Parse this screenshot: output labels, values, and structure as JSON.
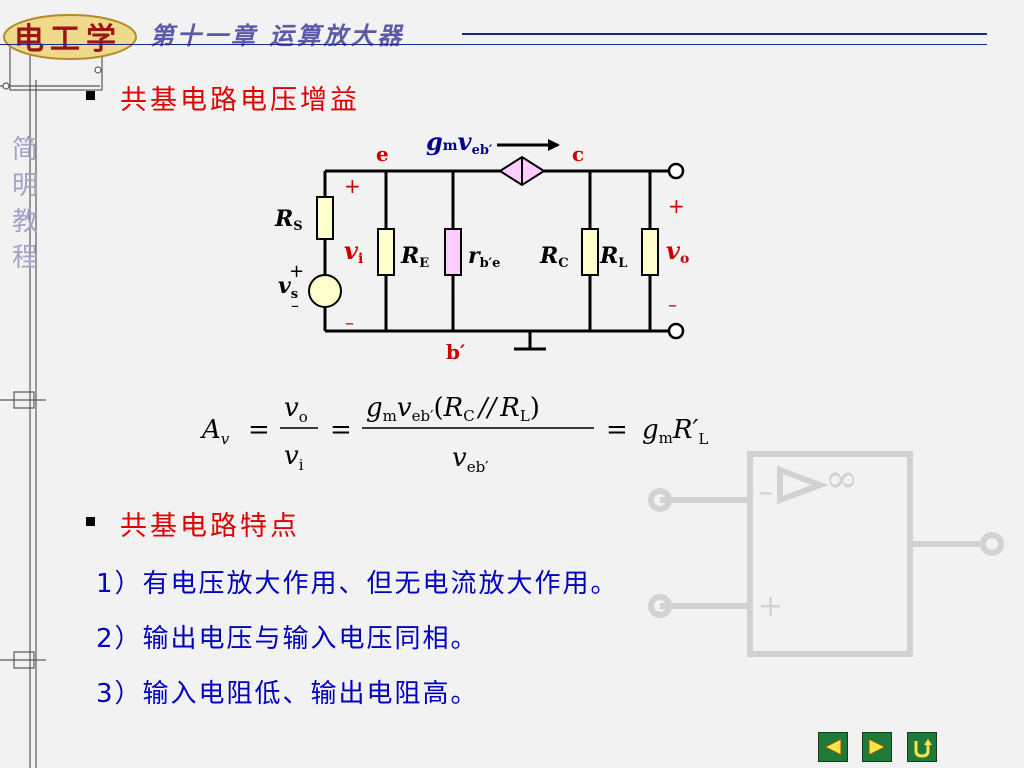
{
  "header": {
    "logo_text": "电工学",
    "chapter_title": "第十一章  运算放大器"
  },
  "sidebar": {
    "vertical_title": [
      "简",
      "明",
      "教",
      "程"
    ]
  },
  "section1": {
    "heading": "共基电路电压增益"
  },
  "circuit": {
    "label_e": "e",
    "label_c": "c",
    "label_b": "b′",
    "source_g": "g",
    "source_m": "m",
    "source_v": "v",
    "source_sub": "eb′",
    "rs_main": "R",
    "rs_sub": "S",
    "vs_main": "v",
    "vs_sub": "s",
    "vs_plus": "+",
    "vs_minus": "–",
    "vi_main": "v",
    "vi_sub": "i",
    "re_main": "R",
    "re_sub": "E",
    "rbe_main": "r",
    "rbe_sub": "b′e",
    "rc_main": "R",
    "rc_sub": "C",
    "rl_main": "R",
    "rl_sub": "L",
    "vo_main": "v",
    "vo_sub": "o",
    "plus": "+",
    "minus": "–"
  },
  "formula": {
    "lhs_A": "A",
    "lhs_sub": "v",
    "eq": "=",
    "f1_num": "v",
    "f1_num_sub": "o",
    "f1_den": "v",
    "f1_den_sub": "i",
    "f2_g": "g",
    "f2_m": "m",
    "f2_v": "v",
    "f2_v_sub": "eb′",
    "f2_paren_open": "(",
    "f2_rc": "R",
    "f2_rc_sub": "C",
    "f2_par": "//",
    "f2_rl": "R",
    "f2_rl_sub": "L",
    "f2_paren_close": ")",
    "f2_den": "v",
    "f2_den_sub": "eb′",
    "res_g": "g",
    "res_m": "m",
    "res_R": "R′",
    "res_sub": "L"
  },
  "section2": {
    "heading": "共基电路特点",
    "items": [
      "1）有电压放大作用、但无电流放大作用。",
      "2）输出电压与输入电压同相。",
      "3）输入电阻低、输出电阻高。"
    ]
  },
  "colors": {
    "heading": "#e00000",
    "body_text": "#0000c0",
    "label_red": "#cc0000",
    "wire": "#000000"
  },
  "nav": {
    "prev_icon": "triangle-left-icon",
    "next_icon": "triangle-right-icon",
    "return_icon": "return-icon"
  }
}
